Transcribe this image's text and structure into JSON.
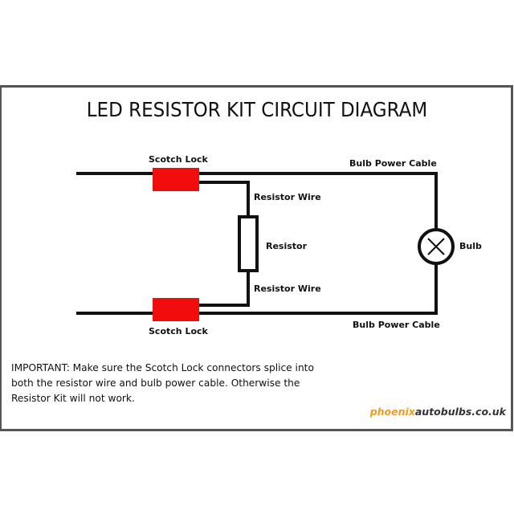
{
  "title": "LED RESISTOR KIT CIRCUIT DIAGRAM",
  "colors": {
    "wire": "#111111",
    "scotch_lock": "#f20d0d",
    "frame": "#555555",
    "brand_primary": "#f09a1e",
    "brand_secondary": "#333333"
  },
  "labels": {
    "scotch_lock_top": "Scotch Lock",
    "scotch_lock_bottom": "Scotch Lock",
    "resistor_wire_top": "Resistor Wire",
    "resistor_wire_bottom": "Resistor Wire",
    "resistor": "Resistor",
    "bulb": "Bulb",
    "bulb_power_cable_top": "Bulb Power Cable",
    "bulb_power_cable_bottom": "Bulb Power Cable"
  },
  "components": [
    {
      "id": "scotch-lock-top",
      "type": "scotch-lock"
    },
    {
      "id": "scotch-lock-bottom",
      "type": "scotch-lock"
    },
    {
      "id": "resistor",
      "type": "resistor"
    },
    {
      "id": "bulb",
      "type": "lamp",
      "icon": "bulb-cross-icon"
    }
  ],
  "note": {
    "lines": [
      "IMPORTANT: Make sure the Scotch Lock connectors splice into",
      "both the resistor wire and bulb power cable.  Otherwise the",
      "Resistor Kit will not work."
    ]
  },
  "brand": {
    "part1": "phoenix",
    "part2": "autobulbs.co.uk"
  }
}
